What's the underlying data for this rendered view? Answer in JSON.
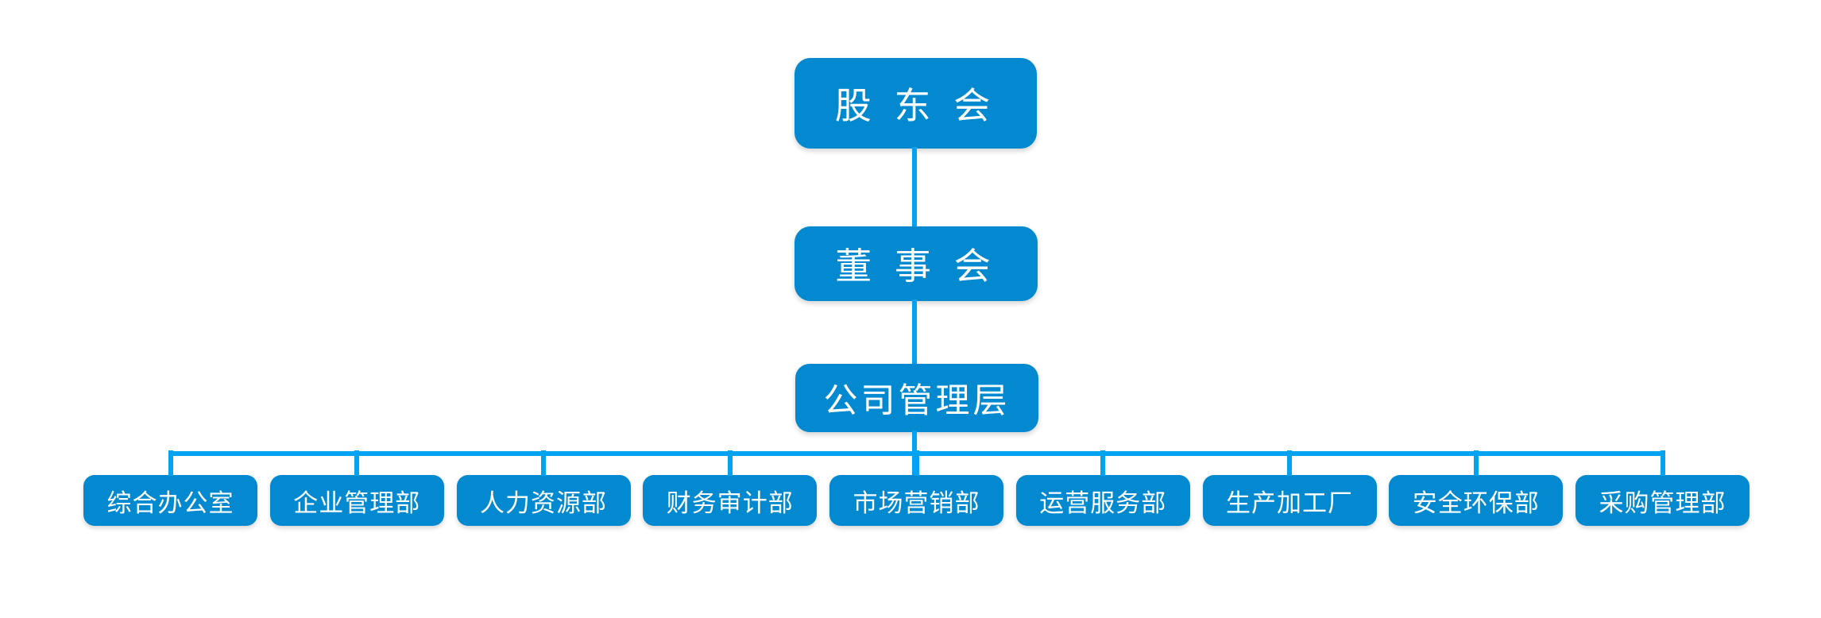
{
  "colors": {
    "node_fill": "#0289CF",
    "connector": "#00A3F2",
    "text": "#FFFFFF",
    "background": "#FFFFFF"
  },
  "hierarchy": {
    "level1": {
      "label": "股 东 会"
    },
    "level2": {
      "label": "董 事 会"
    },
    "level3": {
      "label": "公司管理层"
    }
  },
  "departments": [
    {
      "label": "综合办公室"
    },
    {
      "label": "企业管理部"
    },
    {
      "label": "人力资源部"
    },
    {
      "label": "财务审计部"
    },
    {
      "label": "市场营销部"
    },
    {
      "label": "运营服务部"
    },
    {
      "label": "生产加工厂"
    },
    {
      "label": "安全环保部"
    },
    {
      "label": "采购管理部"
    }
  ]
}
